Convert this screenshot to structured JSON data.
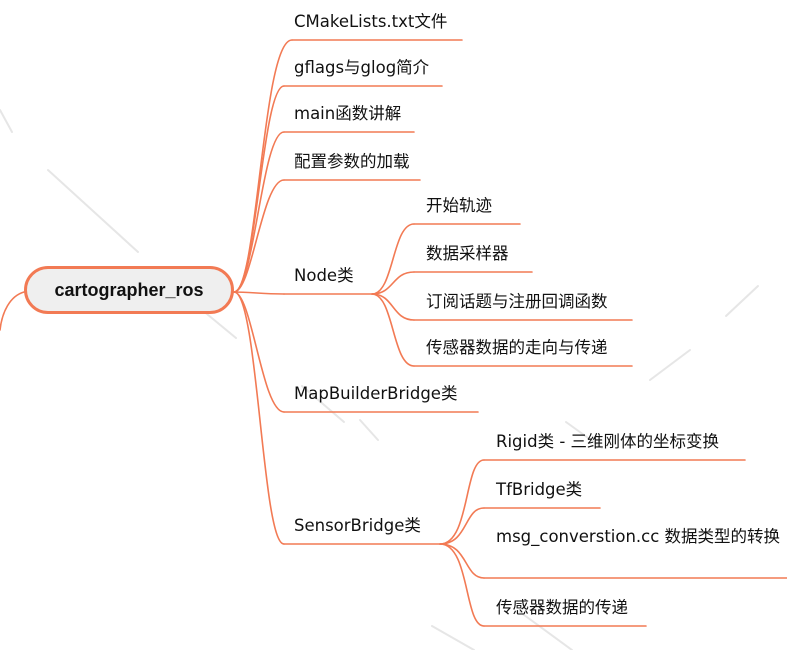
{
  "mindmap": {
    "root": "cartographer_ros",
    "nodes": [
      {
        "key": "n1",
        "label": "CMakeLists.txt文件"
      },
      {
        "key": "n2",
        "label": "gflags与glog简介"
      },
      {
        "key": "n3",
        "label": "main函数讲解"
      },
      {
        "key": "n4",
        "label": "配置参数的加载"
      },
      {
        "key": "n5",
        "label": "Node类",
        "children": [
          {
            "key": "n5a",
            "label": "开始轨迹"
          },
          {
            "key": "n5b",
            "label": "数据采样器"
          },
          {
            "key": "n5c",
            "label": "订阅话题与注册回调函数"
          },
          {
            "key": "n5d",
            "label": "传感器数据的走向与传递"
          }
        ]
      },
      {
        "key": "n6",
        "label": "MapBuilderBridge类"
      },
      {
        "key": "n7",
        "label": "SensorBridge类",
        "children": [
          {
            "key": "n7a",
            "label": "Rigid类 - 三维刚体的坐标变换"
          },
          {
            "key": "n7b",
            "label": "TfBridge类"
          },
          {
            "key": "n7c",
            "label": "msg_converstion.cc 数据类型的转换"
          },
          {
            "key": "n7d",
            "label": "传感器数据的传递"
          }
        ]
      }
    ]
  },
  "colors": {
    "branch": "#f27a54",
    "root_fill": "#efefef",
    "watermark": "#e6e6e6",
    "text": "#111111"
  }
}
